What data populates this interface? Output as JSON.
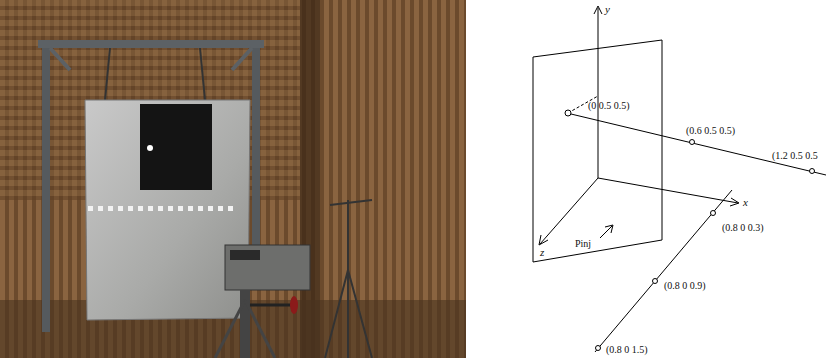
{
  "diagram": {
    "labels": [
      "y",
      "(0 0.5 0.5)",
      "(0.6 0.5 0.5)",
      "(1.2 0.5 0.5",
      "x",
      "z",
      "Pinj",
      "(0.8 0 0.3)",
      "(0.8 0 0.9)",
      "(0.8 0 1.5)"
    ]
  }
}
